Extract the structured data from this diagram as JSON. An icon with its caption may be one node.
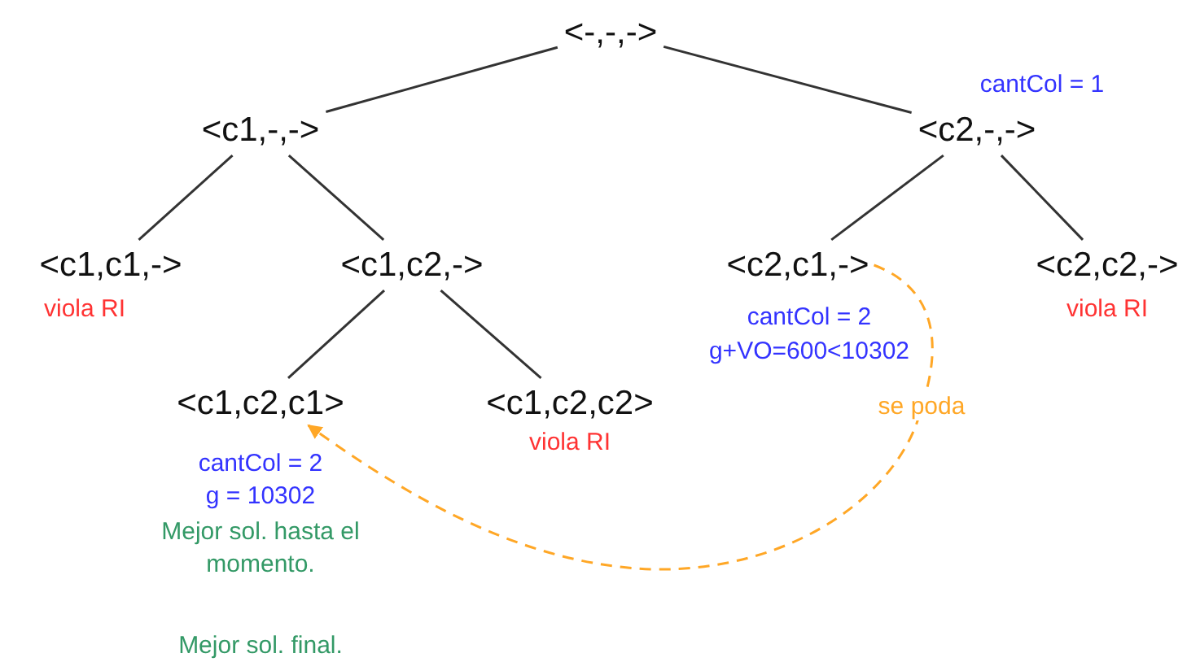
{
  "diagram": {
    "nodes": [
      {
        "text": [
          "<-,-,->"
        ]
      },
      {
        "text": [
          "<c1,-,->"
        ]
      },
      {
        "text": [
          "<c2,-,->"
        ],
        "beside": [
          "cantCol = 1"
        ]
      },
      {
        "text": [
          "<c1,c1,->"
        ],
        "beside": [
          "viola RI"
        ]
      },
      {
        "text": [
          "<c1,c2,->"
        ]
      },
      {
        "text": [
          "<c2,c1,->"
        ],
        "beside": [
          "cantCol = 2",
          "g+VO=600<10302"
        ]
      },
      {
        "text": [
          "<c2,c2,->"
        ],
        "beside": [
          "viola RI"
        ]
      },
      {
        "text": [
          "<c1,c2,c1>"
        ],
        "beside": [
          "cantCol = 2",
          "g = 10302",
          "Mejor sol. hasta el momento.",
          "Mejor sol. final."
        ]
      },
      {
        "text": [
          "<c1,c2,c2>"
        ],
        "beside": [
          "viola RI"
        ]
      }
    ],
    "edges": [
      {
        "from": 0,
        "to": 1,
        "arrow": "none"
      },
      {
        "from": 0,
        "to": 2,
        "arrow": "none"
      },
      {
        "from": 1,
        "to": 3,
        "arrow": "none"
      },
      {
        "from": 1,
        "to": 4,
        "arrow": "none"
      },
      {
        "from": 2,
        "to": 5,
        "arrow": "none"
      },
      {
        "from": 2,
        "to": 6,
        "arrow": "none"
      },
      {
        "from": 4,
        "to": 7,
        "arrow": "none"
      },
      {
        "from": 4,
        "to": 8,
        "arrow": "none"
      },
      {
        "from": 5,
        "to": 7,
        "arrow": "to",
        "label": "se poda",
        "style": "dashed",
        "color": "#ffa726"
      }
    ]
  }
}
